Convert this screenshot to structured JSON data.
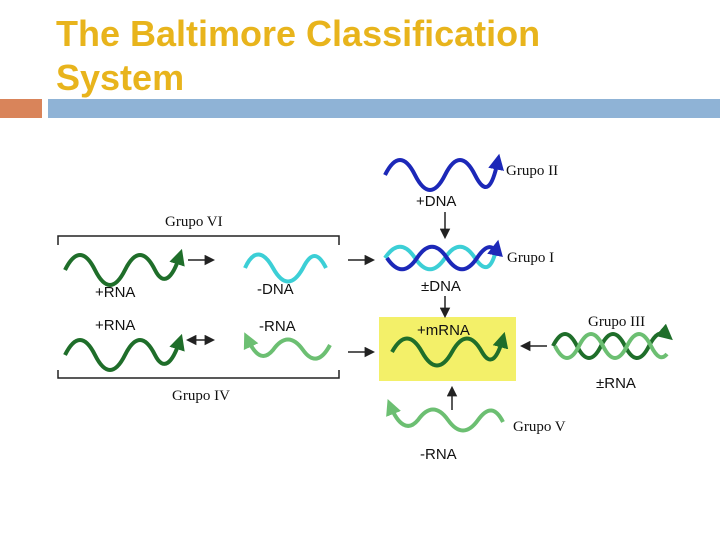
{
  "slide": {
    "title_line1": "The Baltimore Classification",
    "title_line2": "System"
  },
  "groups": {
    "g1": "Grupo I",
    "g2": "Grupo II",
    "g3": "Grupo III",
    "g4": "Grupo IV",
    "g5": "Grupo V",
    "g6": "Grupo VI"
  },
  "labels": {
    "plus_dna": "+DNA",
    "pm_dna": "±DNA",
    "mrna": "+mRNA",
    "pm_rna": "±RNA",
    "minus_rna_bottom": "-RNA",
    "g6_plus_rna": "+RNA",
    "g6_minus_dna": "-DNA",
    "g4_plus_rna": "+RNA",
    "g4_minus_rna": "-RNA"
  },
  "colors": {
    "title": "#e8b41c",
    "dark_blue": "#1c28b8",
    "cyan": "#3ccfd6",
    "dark_green": "#1f6e2a",
    "light_green": "#6cbf72",
    "mrna_highlight": "#f3f069"
  }
}
